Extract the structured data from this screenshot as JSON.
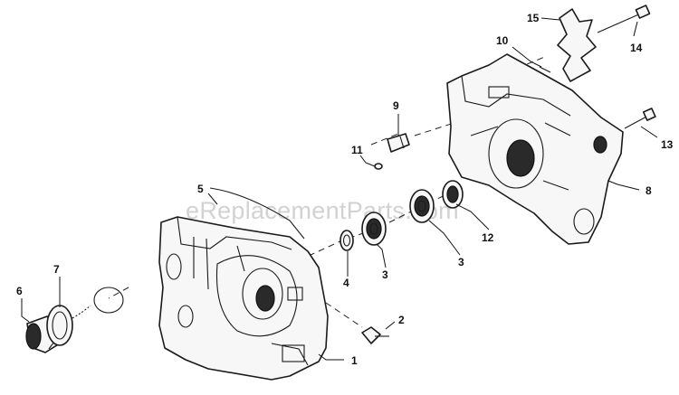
{
  "watermark": {
    "text": "eReplacementParts.com"
  },
  "callouts": [
    {
      "id": "c1",
      "text": "1"
    },
    {
      "id": "c2",
      "text": "2"
    },
    {
      "id": "c3a",
      "text": "3"
    },
    {
      "id": "c3b",
      "text": "3"
    },
    {
      "id": "c4",
      "text": "4"
    },
    {
      "id": "c5",
      "text": "5"
    },
    {
      "id": "c6",
      "text": "6"
    },
    {
      "id": "c7",
      "text": "7"
    },
    {
      "id": "c8",
      "text": "8"
    },
    {
      "id": "c9",
      "text": "9"
    },
    {
      "id": "c10",
      "text": "10"
    },
    {
      "id": "c11",
      "text": "11"
    },
    {
      "id": "c12",
      "text": "12"
    },
    {
      "id": "c13",
      "text": "13"
    },
    {
      "id": "c14",
      "text": "14"
    },
    {
      "id": "c15",
      "text": "15"
    }
  ]
}
